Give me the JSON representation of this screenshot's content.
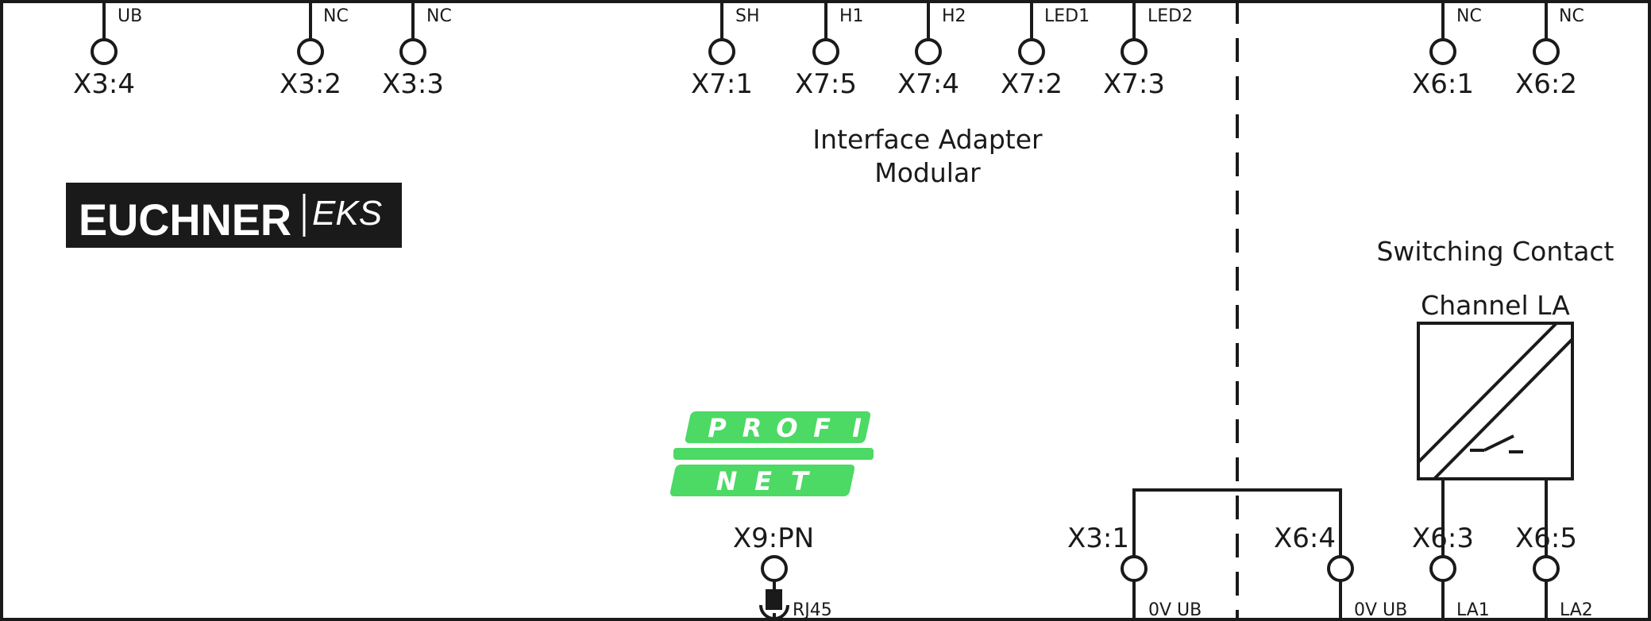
{
  "top_terminals": [
    {
      "id": "X3:4",
      "signal": "UB"
    },
    {
      "id": "X3:2",
      "signal": "NC"
    },
    {
      "id": "X3:3",
      "signal": "NC"
    },
    {
      "id": "X7:1",
      "signal": "SH"
    },
    {
      "id": "X7:5",
      "signal": "H1"
    },
    {
      "id": "X7:4",
      "signal": "H2"
    },
    {
      "id": "X7:2",
      "signal": "LED1"
    },
    {
      "id": "X7:3",
      "signal": "LED2"
    },
    {
      "id": "X6:1",
      "signal": "NC"
    },
    {
      "id": "X6:2",
      "signal": "NC"
    }
  ],
  "bottom_terminals": [
    {
      "id": "X3:1",
      "signal": "0V UB"
    },
    {
      "id": "X6:4",
      "signal": "0V UB"
    },
    {
      "id": "X6:3",
      "signal": "LA1"
    },
    {
      "id": "X6:5",
      "signal": "LA2"
    }
  ],
  "module_title": {
    "line1": "Interface Adapter",
    "line2": "Modular"
  },
  "logo": {
    "brand": "EUCHNER",
    "product": "EKS"
  },
  "switching": {
    "line1": "Switching Contact",
    "line2": "Channel LA"
  },
  "profinet": {
    "line1": [
      "P",
      "R",
      "O",
      "F",
      "I"
    ],
    "line2": [
      "N",
      "E",
      "T"
    ],
    "color": "#4cd964"
  },
  "port": {
    "id": "X9:PN",
    "connector": "RJ45"
  }
}
